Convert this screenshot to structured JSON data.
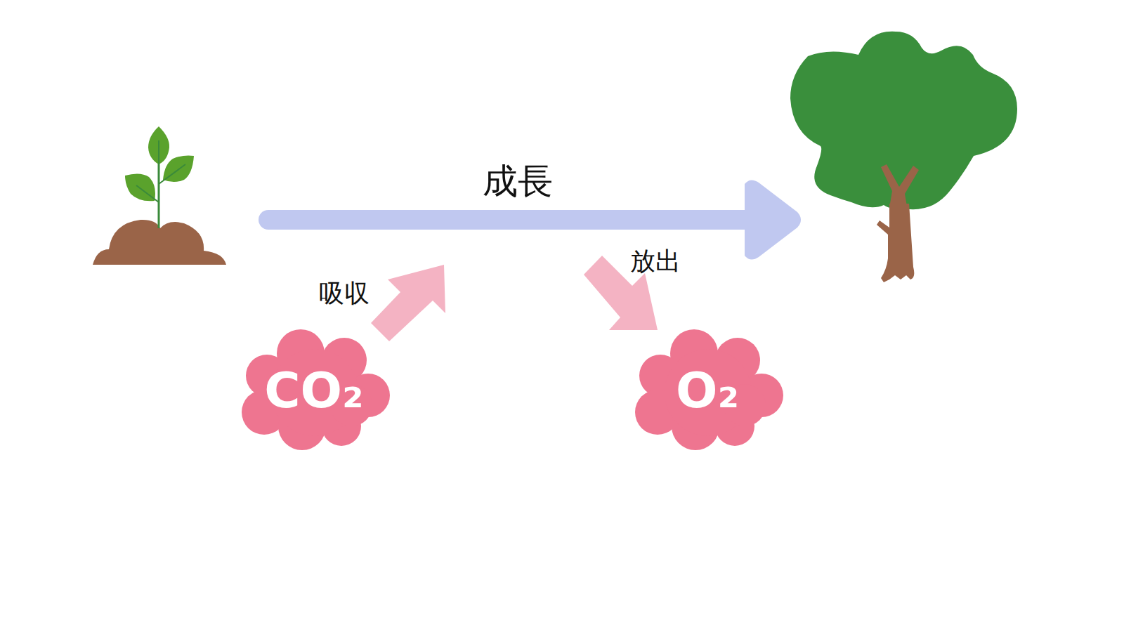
{
  "diagram": {
    "nodes": [
      {
        "text": [
          "CO₂"
        ]
      },
      {
        "text": [
          "O₂"
        ]
      }
    ],
    "labels": [
      "成長",
      "吸収",
      "放出"
    ]
  }
}
